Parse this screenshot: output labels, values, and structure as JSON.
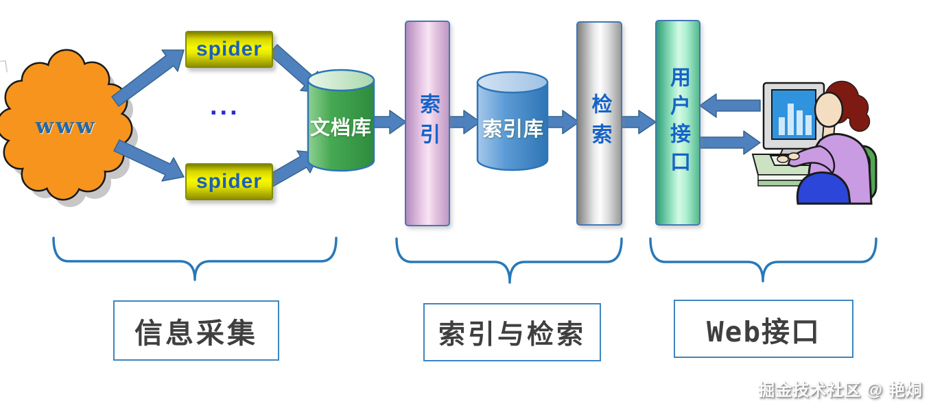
{
  "diagram": {
    "cloud": {
      "label": "www"
    },
    "spiders": {
      "top": "spider",
      "bottom": "spider",
      "more": "..."
    },
    "doc_store": {
      "label": "文档库"
    },
    "indexer": {
      "label": "索引"
    },
    "index_store": {
      "label": "索引库"
    },
    "retriever": {
      "label": "检索"
    },
    "user_interface": {
      "label": "用户接口"
    }
  },
  "groups": {
    "collection": {
      "label": "信息采集"
    },
    "index_and_retrieval": {
      "label": "索引与检索"
    },
    "web_interface": {
      "label": "Web接口"
    }
  },
  "watermark": {
    "text": "掘金技术社区 @ 艳烔"
  },
  "icons": {
    "user": "user-at-computer-clipart"
  },
  "colors": {
    "arrow": "#4E81BD",
    "arrow_edge": "#36648F",
    "brace": "#2878B8",
    "cloud_fill": "#F7941D",
    "spider_fill": "#F8F800",
    "spider_text": "#1C5FB8",
    "bar_text": "#1663C7",
    "doc_store_fill": "#46A952",
    "index_store_fill": "#5B9BD5",
    "group_text": "#3F3F3F",
    "group_border": "#3C85C0"
  }
}
